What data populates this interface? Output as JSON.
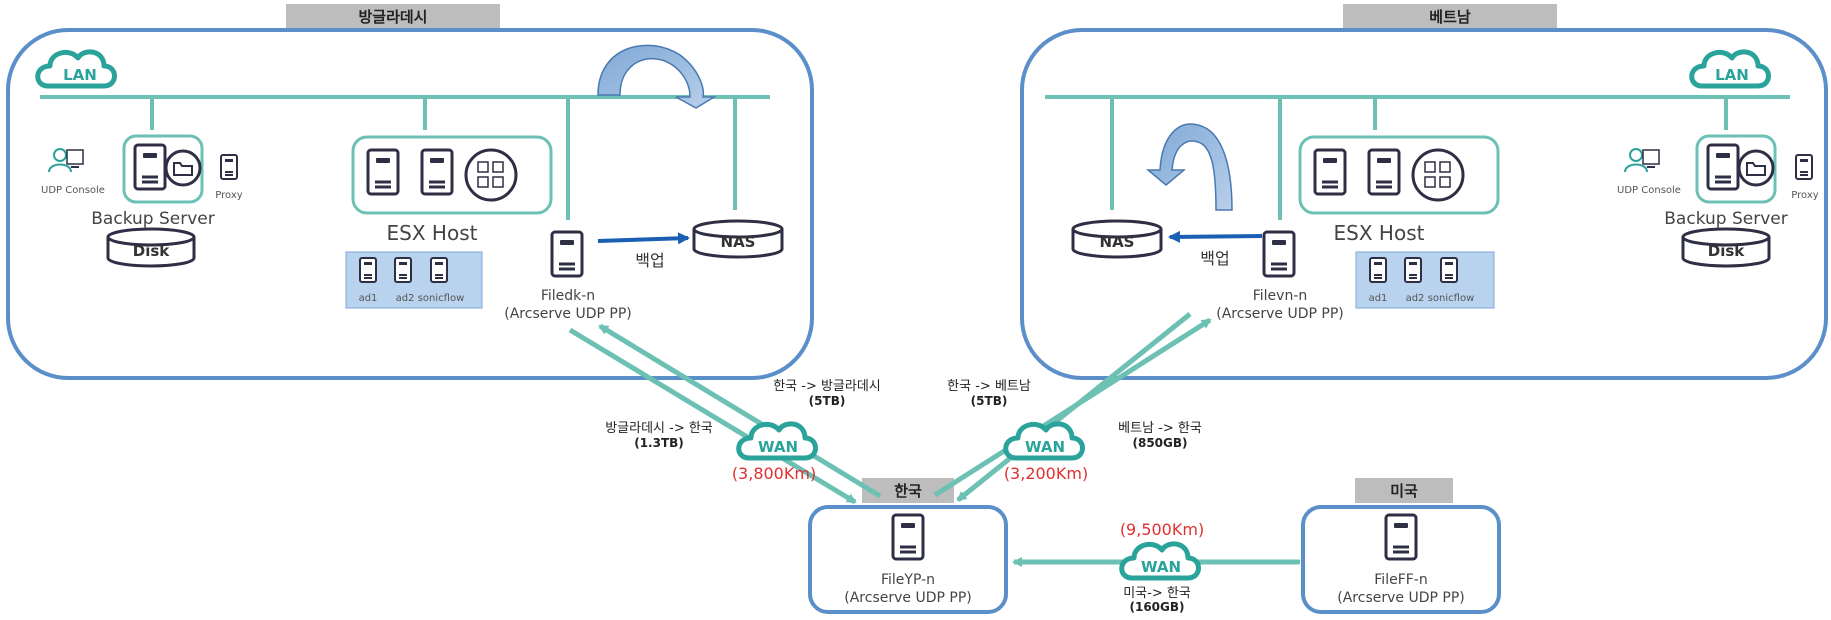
{
  "sites": {
    "bangladesh": {
      "tab": "방글라데시",
      "lan": "LAN",
      "udp_console": "UDP Console",
      "proxy": "Proxy",
      "backup_server": "Backup Server",
      "disk": "Disk",
      "esx_host": "ESX Host",
      "vms": [
        "ad1",
        "ad2",
        "sonicflow"
      ],
      "nas": "NAS",
      "backup_label": "백업",
      "file_server": "Filedk-n",
      "file_server_sub": "(Arcserve UDP PP)"
    },
    "vietnam": {
      "tab": "베트남",
      "lan": "LAN",
      "udp_console": "UDP Console",
      "proxy": "Proxy",
      "backup_server": "Backup Server",
      "disk": "Disk",
      "esx_host": "ESX Host",
      "vms": [
        "ad1",
        "ad2",
        "sonicflow"
      ],
      "nas": "NAS",
      "backup_label": "백업",
      "file_server": "Filevn-n",
      "file_server_sub": "(Arcserve UDP PP)"
    },
    "korea": {
      "tab": "한국",
      "file_server": "FileYP-n",
      "file_server_sub": "(Arcserve UDP PP)"
    },
    "usa": {
      "tab": "미국",
      "file_server": "FileFF-n",
      "file_server_sub": "(Arcserve UDP PP)"
    }
  },
  "links": {
    "bd": {
      "wan": "WAN",
      "to_site": "한국 -> 방글라데시",
      "to_site_size": "(5TB)",
      "from_site": "방글라데시 -> 한국",
      "from_site_size": "(1.3TB)",
      "distance": "(3,800Km)"
    },
    "vn": {
      "wan": "WAN",
      "to_site": "한국 -> 베트남",
      "to_site_size": "(5TB)",
      "from_site": "베트남 -> 한국",
      "from_site_size": "(850GB)",
      "distance": "(3,200Km)"
    },
    "us": {
      "wan": "WAN",
      "label": "미국-> 한국",
      "size": "(160GB)",
      "distance": "(9,500Km)"
    }
  },
  "colors": {
    "site_border": "#5b8fc9",
    "lan_line": "#6cc0b4",
    "cloud": "#2aa39a",
    "arrow_blue": "#1a5fb4",
    "tab_bg": "#bdbdbd",
    "vm_box": "#b9d3ee",
    "distance_red": "#e03030"
  }
}
